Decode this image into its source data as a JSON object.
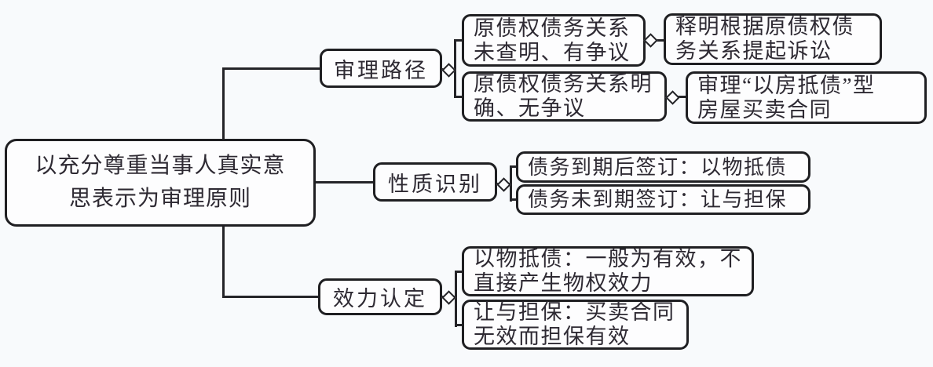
{
  "colors": {
    "background": "#f8fafc",
    "node_fill": "#fdfdfe",
    "node_border": "#1f1f22",
    "connector": "#242428",
    "text": "#2e2a33"
  },
  "mindmap": {
    "root": {
      "text": "以充分尊重当事人真实意\n思表示为审理原则"
    },
    "branches": [
      {
        "label": "审理路径",
        "children": [
          {
            "text": "原债权债务关系\n未查明、有争议",
            "children": [
              {
                "text": "释明根据原债权债\n务关系提起诉讼"
              }
            ]
          },
          {
            "text": "原债权债务关系明\n确、无争议",
            "children": [
              {
                "text": "审理“以房抵债”型\n房屋买卖合同"
              }
            ]
          }
        ]
      },
      {
        "label": "性质识别",
        "children": [
          {
            "text": "债务到期后签订：以物抵债"
          },
          {
            "text": "债务未到期签订：让与担保"
          }
        ]
      },
      {
        "label": "效力认定",
        "children": [
          {
            "text": "以物抵债：一般为有效，不\n直接产生物权效力"
          },
          {
            "text": "让与担保：买卖合同\n无效而担保有效"
          }
        ]
      }
    ]
  }
}
